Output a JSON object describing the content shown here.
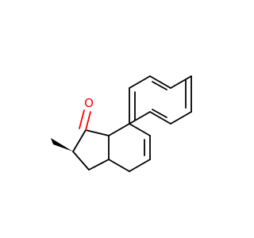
{
  "molecule": {
    "atoms": [
      {
        "id": "O",
        "label": "O",
        "color": "#ff0000"
      }
    ],
    "bond_color": "#000000",
    "heteroatom_color": "#ff0000",
    "stereo_bond": "wedge"
  }
}
